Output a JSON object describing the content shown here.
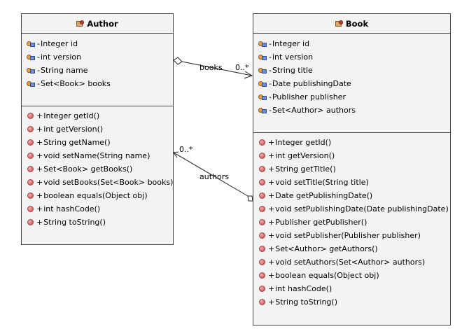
{
  "classes": {
    "author": {
      "name": "Author",
      "attributes": [
        {
          "vis": "-",
          "text": "Integer id"
        },
        {
          "vis": "-",
          "text": "int version"
        },
        {
          "vis": "-",
          "text": "String name"
        },
        {
          "vis": "-",
          "text": "Set<Book> books"
        }
      ],
      "methods": [
        {
          "vis": "+",
          "text": "Integer getId()"
        },
        {
          "vis": "+",
          "text": "int getVersion()"
        },
        {
          "vis": "+",
          "text": "String getName()"
        },
        {
          "vis": "+",
          "text": "void setName(String name)"
        },
        {
          "vis": "+",
          "text": "Set<Book> getBooks()"
        },
        {
          "vis": "+",
          "text": "void setBooks(Set<Book> books)"
        },
        {
          "vis": "+",
          "text": "boolean equals(Object obj)"
        },
        {
          "vis": "+",
          "text": "int hashCode()"
        },
        {
          "vis": "+",
          "text": "String toString()"
        }
      ]
    },
    "book": {
      "name": "Book",
      "attributes": [
        {
          "vis": "-",
          "text": "Integer id"
        },
        {
          "vis": "-",
          "text": "int version"
        },
        {
          "vis": "-",
          "text": "String title"
        },
        {
          "vis": "-",
          "text": "Date publishingDate"
        },
        {
          "vis": "-",
          "text": "Publisher publisher"
        },
        {
          "vis": "-",
          "text": "Set<Author> authors"
        }
      ],
      "methods": [
        {
          "vis": "+",
          "text": "Integer getId()"
        },
        {
          "vis": "+",
          "text": "int getVersion()"
        },
        {
          "vis": "+",
          "text": "String getTitle()"
        },
        {
          "vis": "+",
          "text": "void setTitle(String title)"
        },
        {
          "vis": "+",
          "text": "Date getPublishingDate()"
        },
        {
          "vis": "+",
          "text": "void setPublishingDate(Date publishingDate)"
        },
        {
          "vis": "+",
          "text": "Publisher getPublisher()"
        },
        {
          "vis": "+",
          "text": "void setPublisher(Publisher publisher)"
        },
        {
          "vis": "+",
          "text": "Set<Author> getAuthors()"
        },
        {
          "vis": "+",
          "text": "void setAuthors(Set<Author> authors)"
        },
        {
          "vis": "+",
          "text": "boolean equals(Object obj)"
        },
        {
          "vis": "+",
          "text": "int hashCode()"
        },
        {
          "vis": "+",
          "text": "String toString()"
        }
      ]
    }
  },
  "associations": {
    "books": {
      "role": "books",
      "multiplicity": "0..*"
    },
    "authors": {
      "role": "authors",
      "multiplicity": "0..*"
    }
  }
}
